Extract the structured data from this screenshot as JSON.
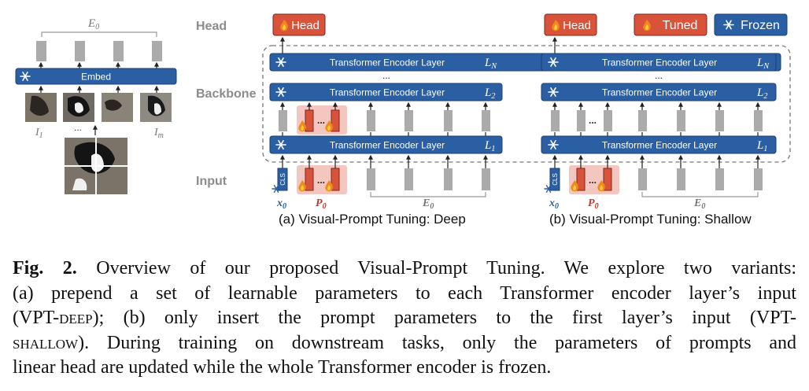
{
  "figure": {
    "row_labels": {
      "head": "Head",
      "backbone": "Backbone",
      "input": "Input"
    },
    "embed": {
      "label": "Embed",
      "E0": "E",
      "E0_sub": "0",
      "I1": "I",
      "I1_sub": "1",
      "Im": "I",
      "Im_sub": "m",
      "dots": "..."
    },
    "layer_label": "Transformer Encoder Layer",
    "layer_L1": "L",
    "layer_L1_sub": "1",
    "layer_L2": "L",
    "layer_L2_sub": "2",
    "layer_LN": "L",
    "layer_LN_sub": "N",
    "head_label": "Head",
    "legend": {
      "tuned": "Tuned",
      "frozen": "Frozen"
    },
    "cls": "CLS",
    "x0": "x",
    "x0_sub": "0",
    "P0": "P",
    "P0_sub": "0",
    "E0b": "E",
    "E0b_sub": "0",
    "ellipsis": "...",
    "deep_title": "(a) Visual-Prompt Tuning:  Deep",
    "shallow_title": "(b) Visual-Prompt Tuning:  Shallow",
    "colors": {
      "blue": "#2a5fa3",
      "red": "#d9533b",
      "gray": "#a9a9a9",
      "pink": "#f3c7c0"
    }
  },
  "caption": {
    "label": "Fig. 2.",
    "line1": "Overview of our proposed Visual-Prompt Tuning. We explore two variants:",
    "line2": "(a) prepend a set of learnable parameters to each Transformer encoder layer’s input",
    "line3a": "(VPT-",
    "line3b": "deep",
    "line3c": "); (b) only insert the prompt parameters to the first layer’s input (VPT-",
    "line4a": "shallow",
    "line4b": "). During training on downstream tasks, only the parameters of prompts and",
    "line5": "linear head are updated while the whole Transformer encoder is frozen."
  }
}
